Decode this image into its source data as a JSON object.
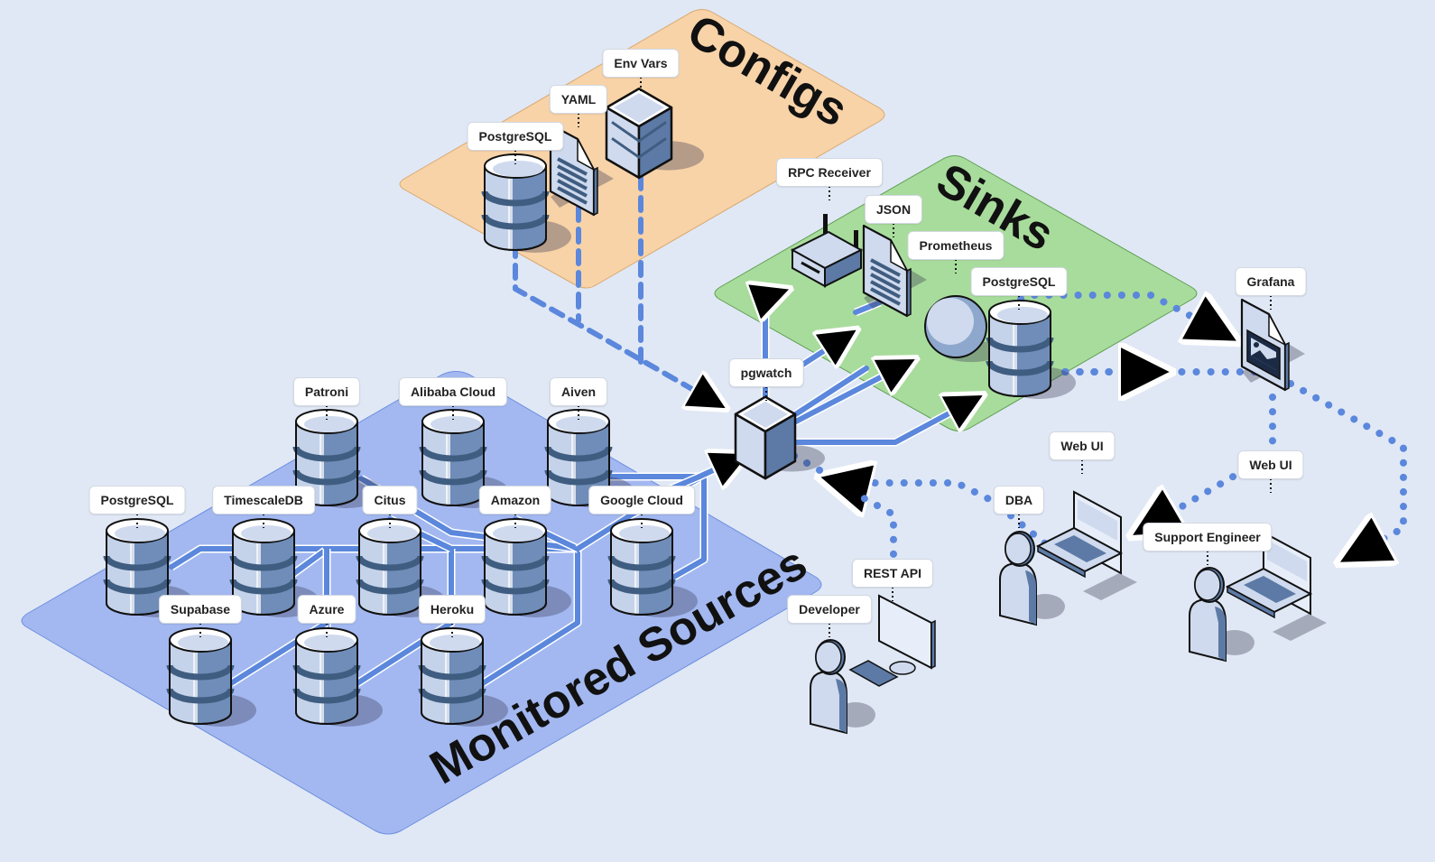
{
  "diagram": {
    "title": "pgwatch architecture",
    "colors": {
      "background": "#e0e8f5",
      "sources_plane": "#a3b8f0",
      "configs_plane": "#f8d3a8",
      "sinks_plane": "#a8dc9c",
      "link": "#5b87dc",
      "device_light": "#cfdaee",
      "device_dark": "#5c7aa5",
      "outline": "#111111"
    },
    "planes": {
      "sources": {
        "title": "Monitored Sources"
      },
      "configs": {
        "title": "Configs"
      },
      "sinks": {
        "title": "Sinks"
      }
    },
    "sources": [
      {
        "id": "patroni",
        "label": "Patroni",
        "icon": "database-icon"
      },
      {
        "id": "alibaba",
        "label": "Alibaba Cloud",
        "icon": "database-icon"
      },
      {
        "id": "aiven",
        "label": "Aiven",
        "icon": "database-icon"
      },
      {
        "id": "postgresql",
        "label": "PostgreSQL",
        "icon": "database-icon"
      },
      {
        "id": "timescaledb",
        "label": "TimescaleDB",
        "icon": "database-icon"
      },
      {
        "id": "citus",
        "label": "Citus",
        "icon": "database-icon"
      },
      {
        "id": "amazon",
        "label": "Amazon",
        "icon": "database-icon"
      },
      {
        "id": "google",
        "label": "Google Cloud",
        "icon": "database-icon"
      },
      {
        "id": "supabase",
        "label": "Supabase",
        "icon": "database-icon"
      },
      {
        "id": "azure",
        "label": "Azure",
        "icon": "database-icon"
      },
      {
        "id": "heroku",
        "label": "Heroku",
        "icon": "database-icon"
      }
    ],
    "configs": [
      {
        "id": "cfg_pg",
        "label": "PostgreSQL",
        "icon": "database-icon"
      },
      {
        "id": "cfg_yaml",
        "label": "YAML",
        "icon": "document-icon"
      },
      {
        "id": "cfg_env",
        "label": "Env Vars",
        "icon": "storage-cube-icon"
      }
    ],
    "sinks": [
      {
        "id": "rpc",
        "label": "RPC Receiver",
        "icon": "router-icon"
      },
      {
        "id": "json",
        "label": "JSON",
        "icon": "document-icon"
      },
      {
        "id": "prometheus",
        "label": "Prometheus",
        "icon": "sphere-icon"
      },
      {
        "id": "sink_pg",
        "label": "PostgreSQL",
        "icon": "database-icon"
      }
    ],
    "core": {
      "id": "pgwatch",
      "label": "pgwatch",
      "icon": "cube-icon"
    },
    "consumers": [
      {
        "id": "grafana",
        "label": "Grafana",
        "icon": "image-document-icon"
      },
      {
        "id": "rest_api",
        "label": "REST API",
        "icon": "monitor-icon"
      },
      {
        "id": "developer",
        "label": "Developer",
        "icon": "user-icon"
      },
      {
        "id": "dba",
        "label": "DBA",
        "icon": "user-icon"
      },
      {
        "id": "webui1",
        "label": "Web UI",
        "icon": "laptop-icon"
      },
      {
        "id": "webui2",
        "label": "Web UI",
        "icon": "laptop-icon"
      },
      {
        "id": "support",
        "label": "Support Engineer",
        "icon": "user-icon"
      }
    ]
  }
}
